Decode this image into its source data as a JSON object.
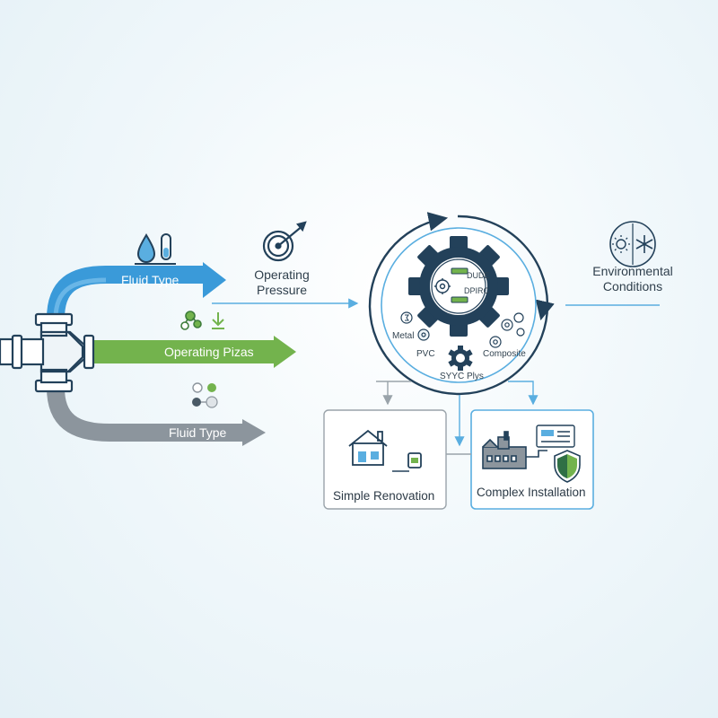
{
  "diagram": {
    "arrows": [
      {
        "label": "Fluid Type",
        "color": "#3a9ad9"
      },
      {
        "label": "Operating Pizas",
        "color": "#73b34d"
      },
      {
        "label": "Fluid Type",
        "color": "#8c959d"
      }
    ],
    "operating_pressure": "Operating\nPressure",
    "environmental_conditions": "Environmental\nConditions",
    "gear_text": {
      "line1": "DUDE",
      "line2": "DPIRC"
    },
    "materials": {
      "metal": "Metal",
      "pvc": "PVC",
      "composite": "Composite",
      "center": "SYYC Plys"
    },
    "boxes": {
      "simple": "Simple Renovation",
      "complex": "Complex Installation"
    },
    "icons": {
      "fluid": "water-drop-test-tube-icon",
      "pressure": "pressure-gauge-icon",
      "environment": "sun-snowflake-icon",
      "operating": "molecule-download-icon",
      "fluid2": "toggle-dots-icon",
      "gear": "gear-icon",
      "house": "house-icon",
      "factory": "factory-icon",
      "shield": "shield-icon"
    },
    "colors": {
      "navy": "#23415a",
      "blue": "#3a9ad9",
      "green": "#73b34d",
      "gray": "#8c959d",
      "light_blue_line": "#5aaee0"
    }
  }
}
